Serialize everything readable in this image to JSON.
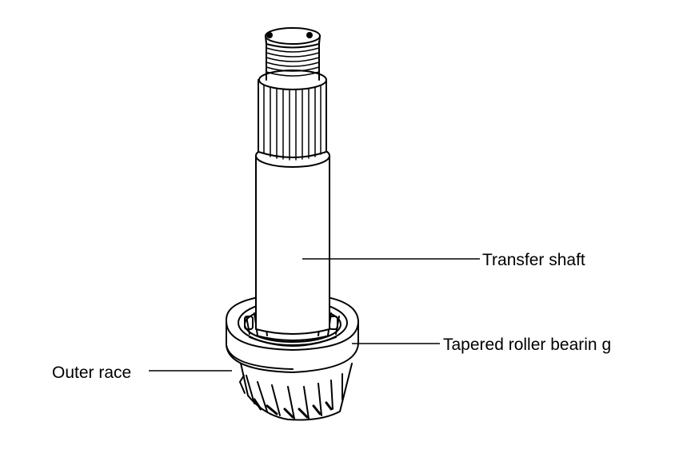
{
  "labels": {
    "transfer_shaft": "Transfer shaft",
    "tapered_roller_bearing": "Tapered roller bearin g",
    "outer_race": "Outer race"
  },
  "colors": {
    "line": "#000000",
    "background": "#ffffff"
  }
}
